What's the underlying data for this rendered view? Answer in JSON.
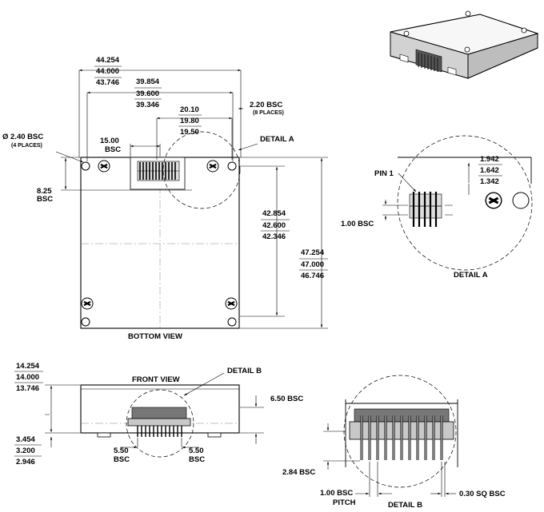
{
  "bottom_view": {
    "title": "BOTTOM VIEW",
    "width_max": "44.254",
    "width_nom": "44.000",
    "width_min": "43.746",
    "hole_span_max": "39.854",
    "hole_span_nom": "39.600",
    "hole_span_min": "39.346",
    "conn_span_max": "20.10",
    "conn_span_nom": "19.80",
    "conn_span_min": "19.50",
    "edge_clear_label": "2.20 BSC",
    "edge_clear_note": "(8 PLACES)",
    "hole_dia_label": "Ø 2.40 BSC",
    "hole_dia_note": "(4 PLACES)",
    "conn_offset_label": "15.00",
    "conn_offset_bsc": "BSC",
    "top_offset_label": "8.25",
    "top_offset_bsc": "BSC",
    "detail_a_callout": "DETAIL A",
    "inner_h_max": "42.854",
    "inner_h_nom": "42.600",
    "inner_h_min": "42.346",
    "height_max": "47.254",
    "height_nom": "47.000",
    "height_min": "46.746"
  },
  "detail_a": {
    "title": "DETAIL A",
    "pin1_label": "PIN 1",
    "pitch_label": "1.00 BSC",
    "dim_max": "1.942",
    "dim_nom": "1.642",
    "dim_min": "1.342"
  },
  "front_view": {
    "title": "FRONT VIEW",
    "detail_b_callout": "DETAIL B",
    "height_max": "14.254",
    "height_nom": "14.000",
    "height_min": "13.746",
    "standoff_max": "3.454",
    "standoff_nom": "3.200",
    "standoff_min": "2.946",
    "pin_len_label": "6.50 BSC",
    "left_gap": "5.50",
    "left_gap_bsc": "BSC",
    "right_gap": "5.50",
    "right_gap_bsc": "BSC"
  },
  "detail_b": {
    "title": "DETAIL B",
    "height_label": "2.84 BSC",
    "pitch_label": "1.00 BSC",
    "pitch_word": "PITCH",
    "pin_width_label": "0.30 SQ BSC"
  }
}
